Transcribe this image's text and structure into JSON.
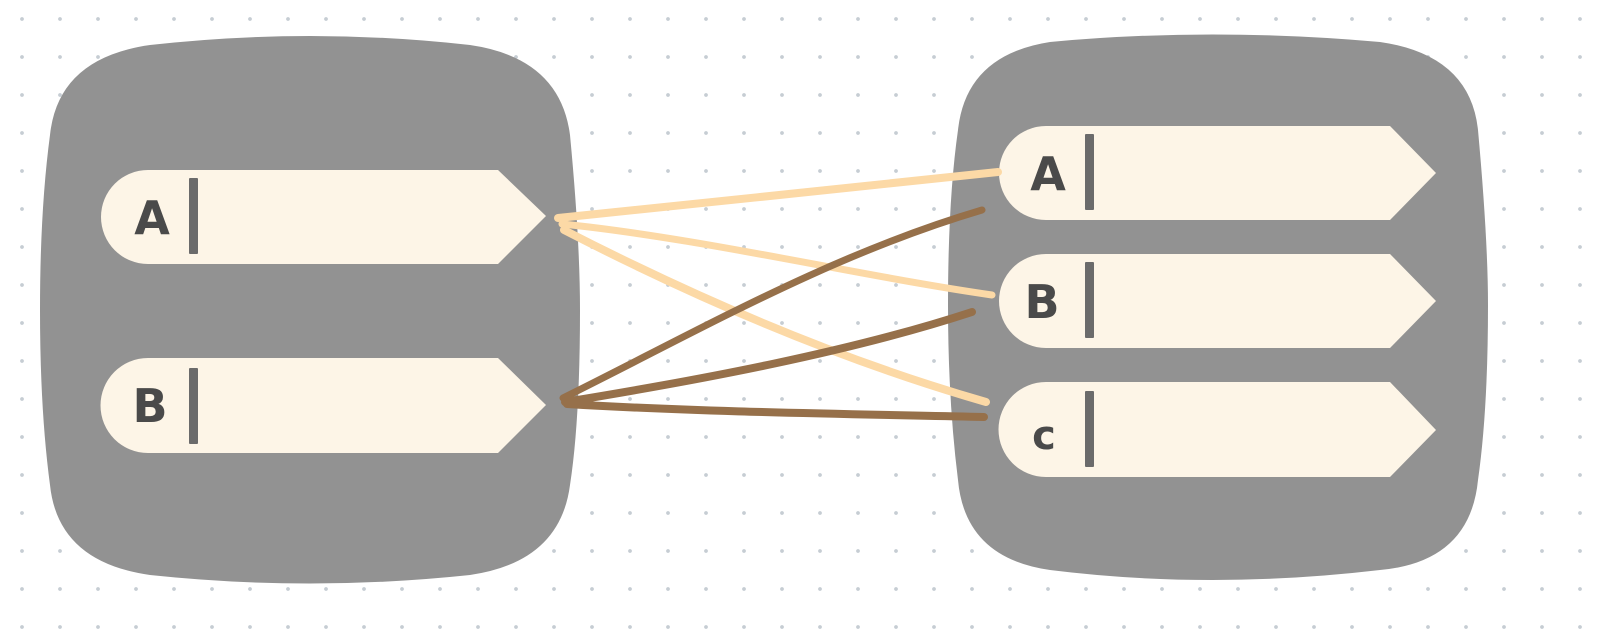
{
  "left_group": {
    "ports": [
      {
        "label": "A"
      },
      {
        "label": "B"
      }
    ]
  },
  "right_group": {
    "ports": [
      {
        "label": "A"
      },
      {
        "label": "B"
      },
      {
        "label": "c"
      }
    ]
  },
  "colors": {
    "background": "#ffffff",
    "grid_dot": "#c6cdd3",
    "group_fill": "#929292",
    "port_fill": "#fdf5e7",
    "port_text": "#4a4a4a",
    "cursor_bar": "#6b6b6b",
    "link_light": "#fcd9a6",
    "link_dark": "#96704a"
  }
}
